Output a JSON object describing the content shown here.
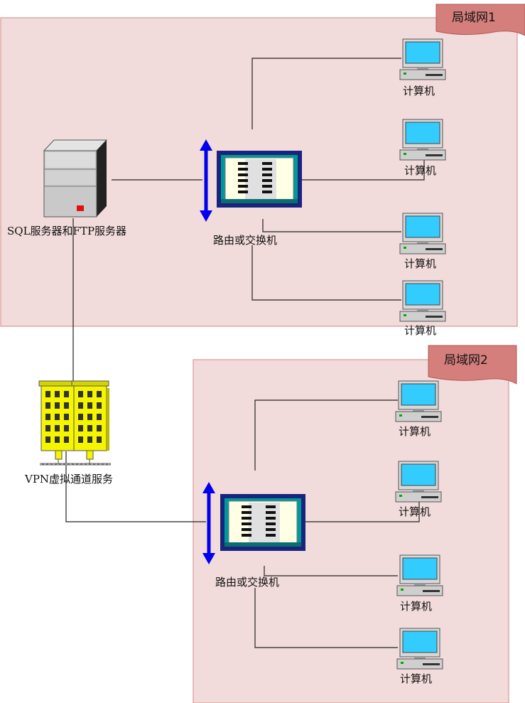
{
  "lan1": {
    "title": "局域网1"
  },
  "lan2": {
    "title": "局域网2"
  },
  "server_label": "SQL服务器和FTP服务器",
  "vpn_label": "VPN虚拟通道服务",
  "router_label": "路由或交换机",
  "computer_label": "计算机",
  "colors": {
    "lan_fill": "#f2dcdb",
    "lan_border": "#d99694",
    "tab_fill": "#d57f7c",
    "screen": "#33ccff",
    "router_frame": "#1a237e",
    "router_inner": "#009999",
    "arrow": "#0000ee",
    "building": "#f5f500"
  }
}
